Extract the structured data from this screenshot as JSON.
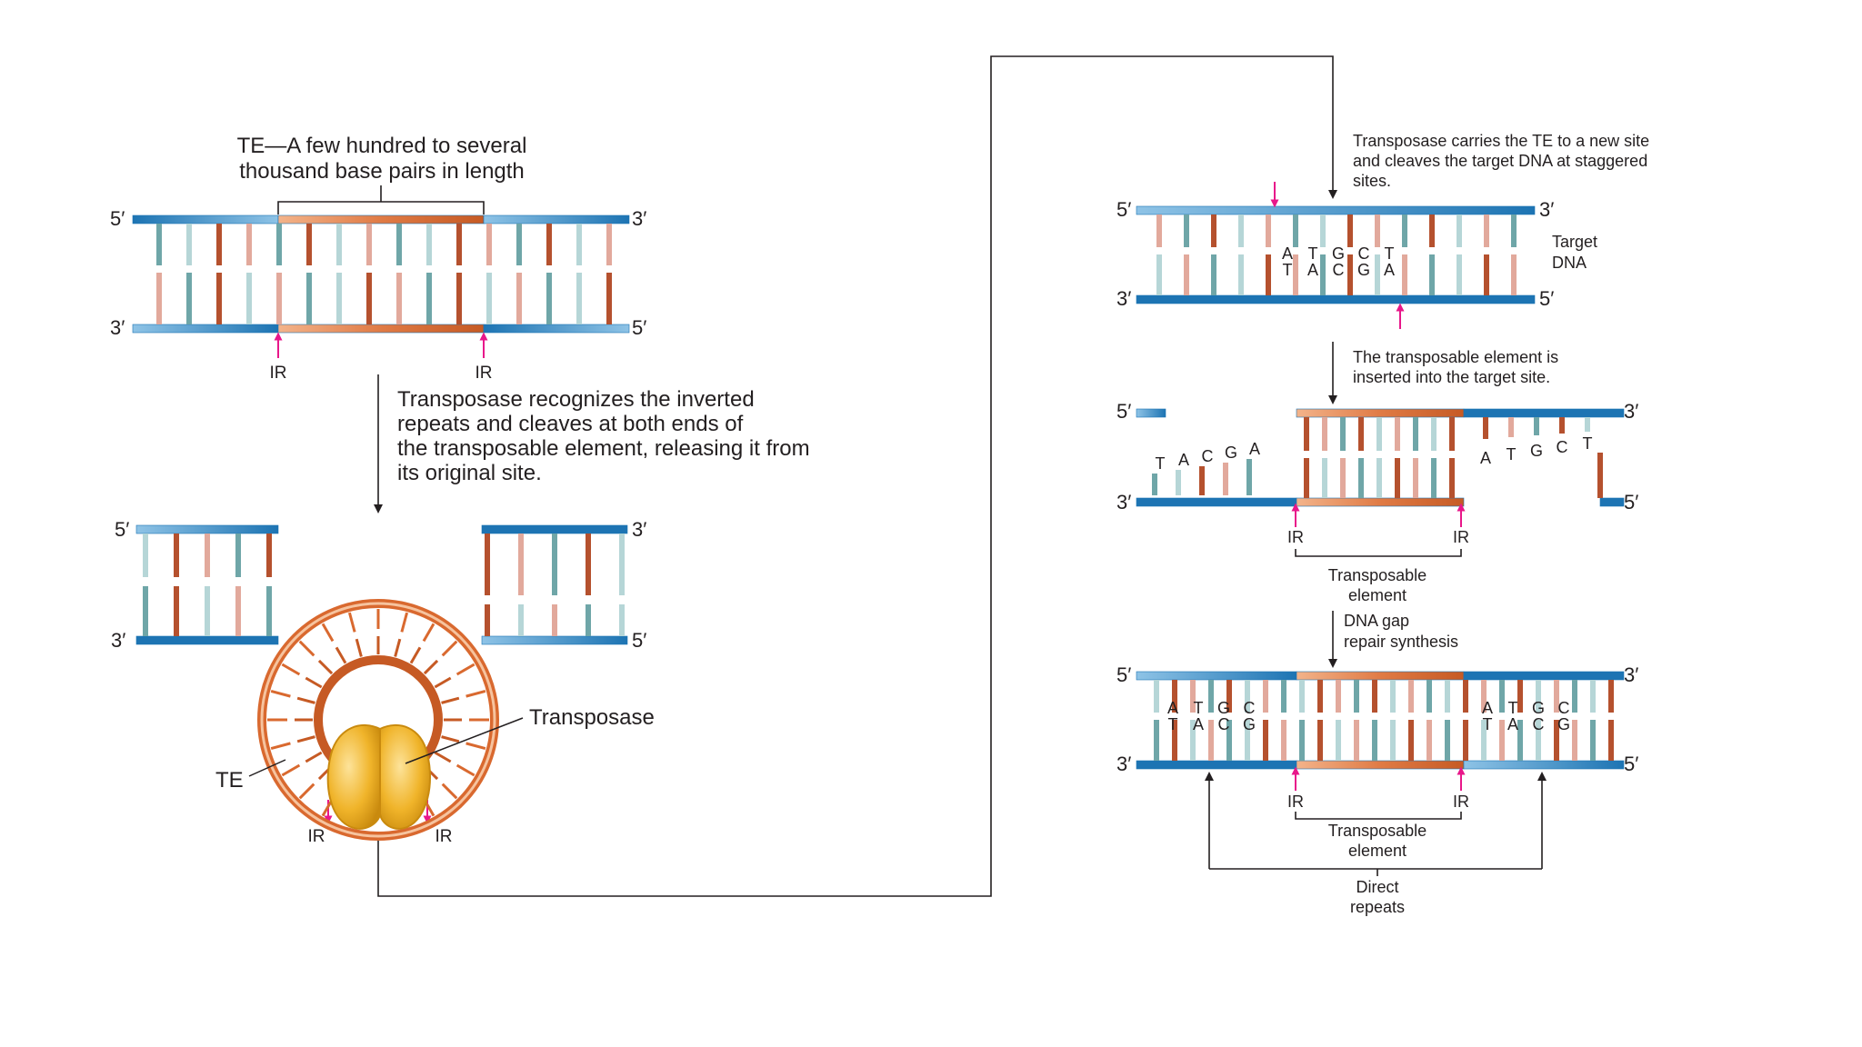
{
  "labels": {
    "te_length_1": "TE—A few hundred to several",
    "te_length_2": "thousand base pairs in length",
    "ir": "IR",
    "recognize_1": "Transposase recognizes the inverted",
    "recognize_2": "repeats and cleaves at both ends of",
    "recognize_3": "the transposable element, releasing it from",
    "recognize_4": "its original site.",
    "transposase": "Transposase",
    "te": "TE",
    "carries_1": "Transposase carries the TE to a new site",
    "carries_2": "and cleaves the target DNA at staggered",
    "carries_3": "sites.",
    "target_1": "Target",
    "target_2": "DNA",
    "inserted_1": "The transposable element is",
    "inserted_2": "inserted into the target site.",
    "te_bracket_1": "Transposable",
    "te_bracket_2": "element",
    "gap_1": "DNA gap",
    "gap_2": "repair synthesis",
    "direct_1": "Direct",
    "direct_2": "repeats"
  },
  "strand_ends": {
    "five": "5′",
    "three": "3′"
  },
  "target_site": {
    "top_bases": [
      "T",
      "G",
      "C",
      "T"
    ],
    "bottom_bases": [
      "A",
      "C",
      "G",
      "A"
    ],
    "left_overhang": [
      "T",
      "A",
      "C",
      "G",
      "A"
    ],
    "right_overhang": [
      "A",
      "T",
      "G",
      "C",
      "T"
    ]
  },
  "colors": {
    "blue_light": "#8ec3e6",
    "blue_dark": "#1d74b3",
    "orange_light": "#f3b38a",
    "orange_dark": "#c65a24",
    "teal": "#6fa6a8",
    "teal_light": "#b6d6d7",
    "rust": "#b5512e",
    "pink": "#e2a99c",
    "ir_arrow": "#e8178a",
    "enzyme": "#f0b42a",
    "line": "#231f20"
  }
}
